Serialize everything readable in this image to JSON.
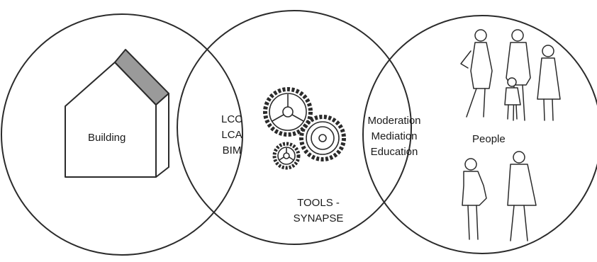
{
  "colors": {
    "stroke": "#2b2b2b",
    "roof_fill": "#9a9a9a",
    "background": "#ffffff"
  },
  "circles": {
    "left": {
      "label": "Building",
      "icon": "house-icon"
    },
    "middle": {
      "title_line1": "TOOLS -",
      "title_line2": "SYNAPSE",
      "icon": "gears-icon"
    },
    "right": {
      "label": "People",
      "icon": "people-figures-icon"
    }
  },
  "overlaps": {
    "left_middle": [
      "LCC",
      "LCA",
      "BIM"
    ],
    "middle_right": [
      "Moderation",
      "Mediation",
      "Education"
    ]
  }
}
